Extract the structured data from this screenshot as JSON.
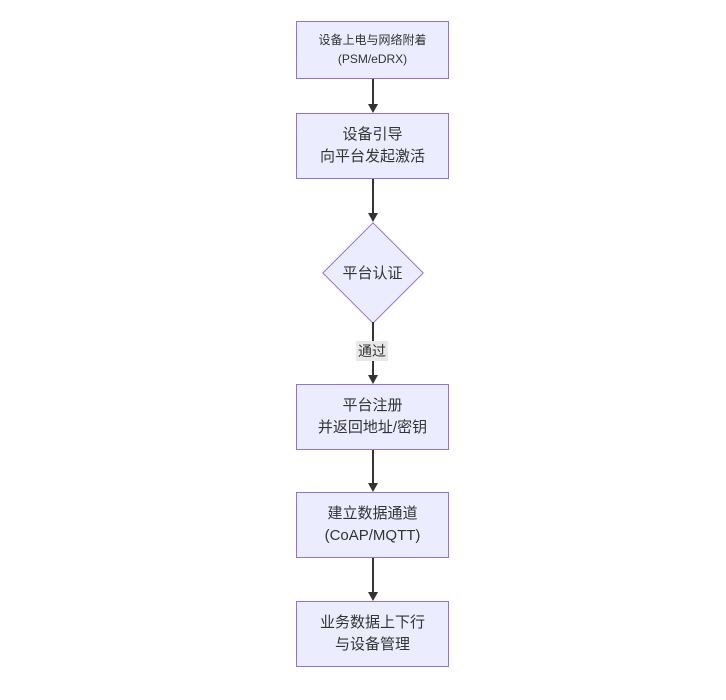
{
  "diagram": {
    "type": "flowchart-vertical",
    "colors": {
      "background": "#ffffff",
      "node_fill": "#ECECFF",
      "node_border": "#9370DB",
      "text": "#333333",
      "edge": "#333333",
      "edge_label_bg": "#e8e8e8"
    },
    "nodes": [
      {
        "shape": "rect",
        "lines": [
          "设备上电与网络附着",
          "(PSM/eDRX)"
        ]
      },
      {
        "shape": "rect",
        "lines": [
          "设备引导",
          "向平台发起激活"
        ]
      },
      {
        "shape": "diamond",
        "lines": [
          "平台认证"
        ]
      },
      {
        "shape": "rect",
        "lines": [
          "平台注册",
          "并返回地址/密钥"
        ]
      },
      {
        "shape": "rect",
        "lines": [
          "建立数据通道",
          "(CoAP/MQTT)"
        ]
      },
      {
        "shape": "rect",
        "lines": [
          "业务数据上下行",
          "与设备管理"
        ]
      }
    ],
    "edges": [
      {
        "from": 0,
        "to": 1,
        "label": ""
      },
      {
        "from": 1,
        "to": 2,
        "label": ""
      },
      {
        "from": 2,
        "to": 3,
        "label": "通过"
      },
      {
        "from": 3,
        "to": 4,
        "label": ""
      },
      {
        "from": 4,
        "to": 5,
        "label": ""
      }
    ]
  }
}
